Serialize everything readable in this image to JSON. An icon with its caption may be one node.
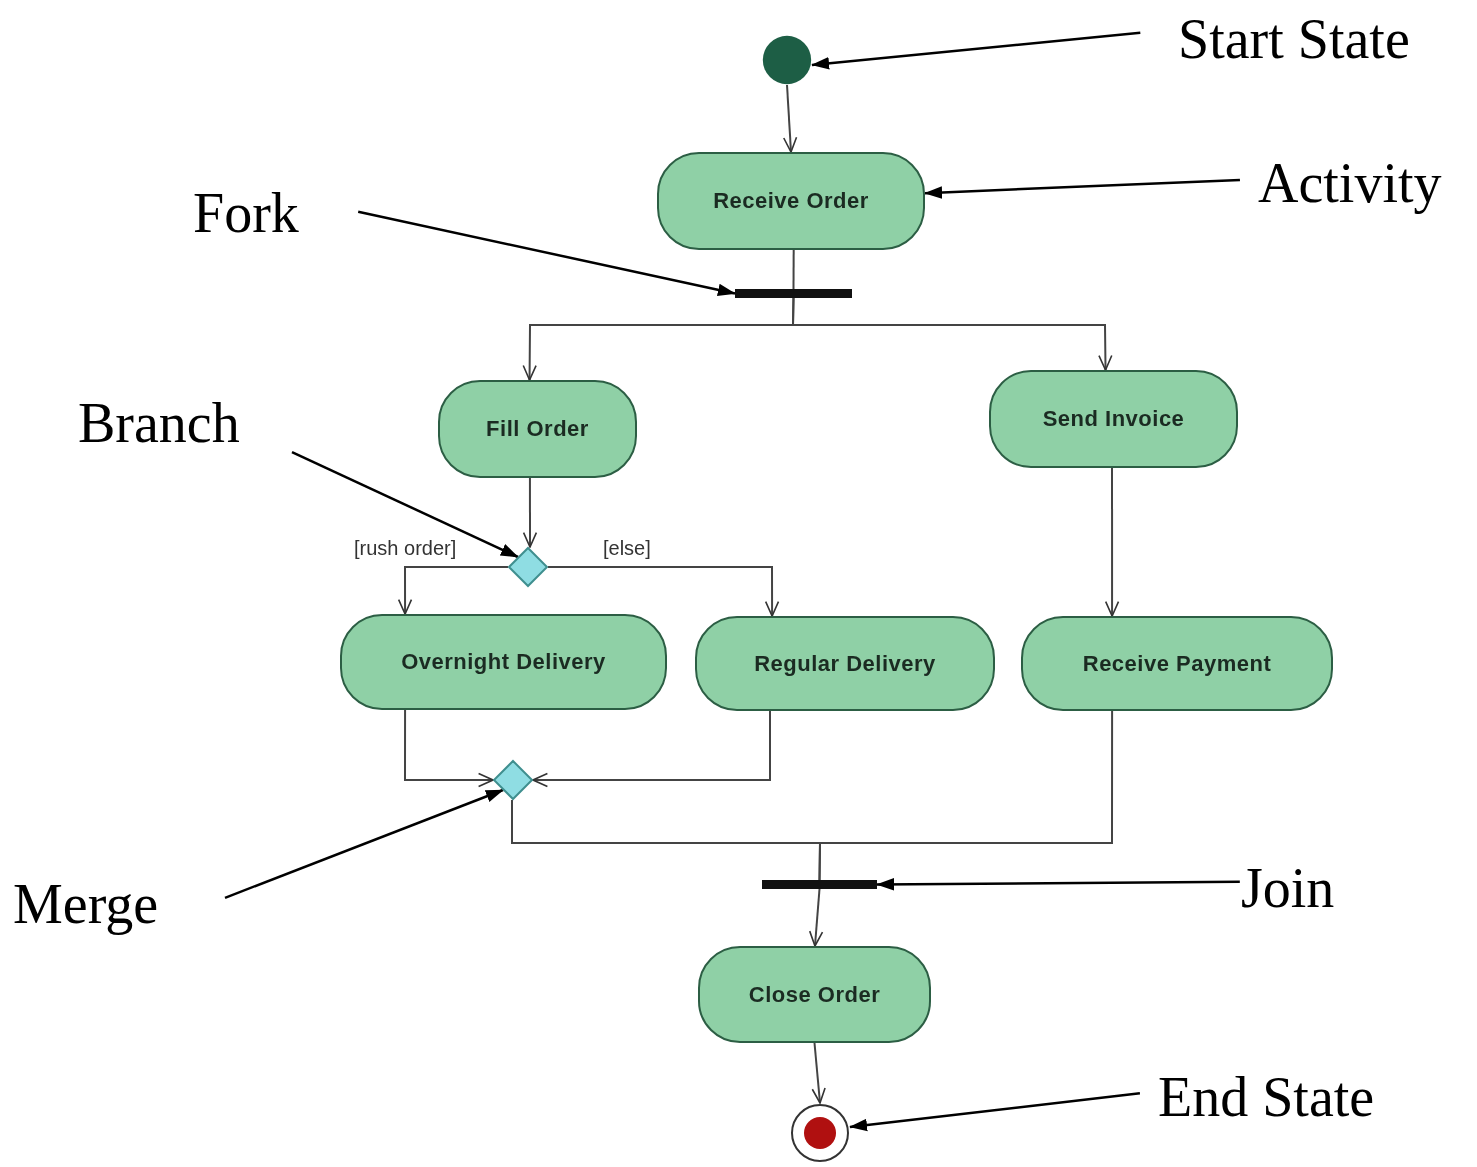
{
  "diagram": {
    "nodes": [
      {
        "text": [],
        "shape": "circle"
      },
      {
        "text": [
          "Receive Order"
        ]
      },
      {
        "text": [],
        "shape": "bar"
      },
      {
        "text": [
          "Fill Order"
        ]
      },
      {
        "text": [
          "Send Invoice"
        ]
      },
      {
        "text": [],
        "shape": "diamond"
      },
      {
        "text": [
          "Overnight Delivery"
        ]
      },
      {
        "text": [
          "Regular Delivery"
        ]
      },
      {
        "text": [
          "Receive Payment"
        ]
      },
      {
        "text": [],
        "shape": "diamond"
      },
      {
        "text": [],
        "shape": "bar"
      },
      {
        "text": [
          "Close Order"
        ]
      },
      {
        "text": [],
        "shape": "circle"
      },
      {
        "text": [
          "Start State"
        ]
      },
      {
        "text": [
          "Activity"
        ]
      },
      {
        "text": [
          "Fork"
        ]
      },
      {
        "text": [
          "Branch"
        ]
      },
      {
        "text": [
          "Merge"
        ]
      },
      {
        "text": [
          "Join"
        ]
      },
      {
        "text": [
          "End State"
        ]
      }
    ],
    "edges": [
      {
        "from": 0,
        "to": 1,
        "arrow": "to"
      },
      {
        "from": 1,
        "to": 2,
        "arrow": "none"
      },
      {
        "from": 2,
        "to": 3,
        "arrow": "to"
      },
      {
        "from": 2,
        "to": 4,
        "arrow": "to"
      },
      {
        "from": 3,
        "to": 5,
        "arrow": "to"
      },
      {
        "from": 5,
        "to": 6,
        "arrow": "to",
        "label": "[rush order]"
      },
      {
        "from": 5,
        "to": 7,
        "arrow": "to",
        "label": "[else]"
      },
      {
        "from": 4,
        "to": 8,
        "arrow": "to"
      },
      {
        "from": 6,
        "to": 9,
        "arrow": "to"
      },
      {
        "from": 7,
        "to": 9,
        "arrow": "to"
      },
      {
        "from": 9,
        "to": 10,
        "arrow": "none"
      },
      {
        "from": 8,
        "to": 10,
        "arrow": "none"
      },
      {
        "from": 10,
        "to": 11,
        "arrow": "to"
      },
      {
        "from": 11,
        "to": 12,
        "arrow": "to"
      },
      {
        "from": 13,
        "to": 0,
        "arrow": "to"
      },
      {
        "from": 14,
        "to": 1,
        "arrow": "to"
      },
      {
        "from": 15,
        "to": 2,
        "arrow": "to"
      },
      {
        "from": 16,
        "to": 5,
        "arrow": "to"
      },
      {
        "from": 17,
        "to": 9,
        "arrow": "to"
      },
      {
        "from": 18,
        "to": 10,
        "arrow": "to"
      },
      {
        "from": 19,
        "to": 12,
        "arrow": "to"
      }
    ]
  }
}
